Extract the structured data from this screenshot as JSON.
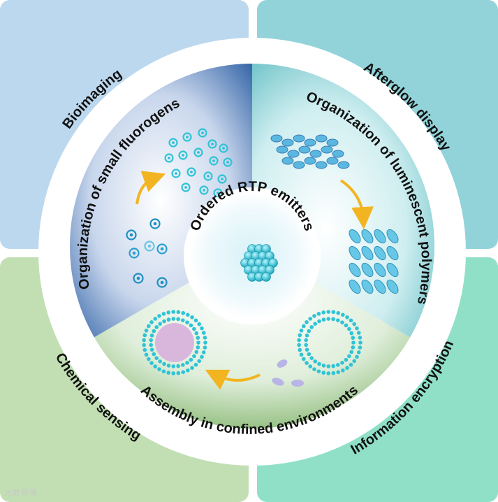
{
  "corners": {
    "top_left": {
      "label": "Bioimaging",
      "color": "#bcd8ee"
    },
    "top_right": {
      "label": "Afterglow display",
      "color": "#92d3d9"
    },
    "bottom_left": {
      "label": "Chemical sensing",
      "color": "#c2dfb4"
    },
    "bottom_right": {
      "label": "Information encryption",
      "color": "#90e0c8"
    }
  },
  "sectors": {
    "left": {
      "label": "Organization of small fluorogens",
      "color": "#5a86c2"
    },
    "right": {
      "label": "Organization of luminescent polymers",
      "color": "#4fb9c0"
    },
    "bottom": {
      "label": "Assembly in confined environments",
      "color": "#6aa052"
    }
  },
  "center": {
    "label": "Ordered RTP emitters"
  },
  "accent": {
    "arrow": "#f2b521",
    "molecule": "#2fc3d6"
  },
  "watermark": "大数跨境"
}
